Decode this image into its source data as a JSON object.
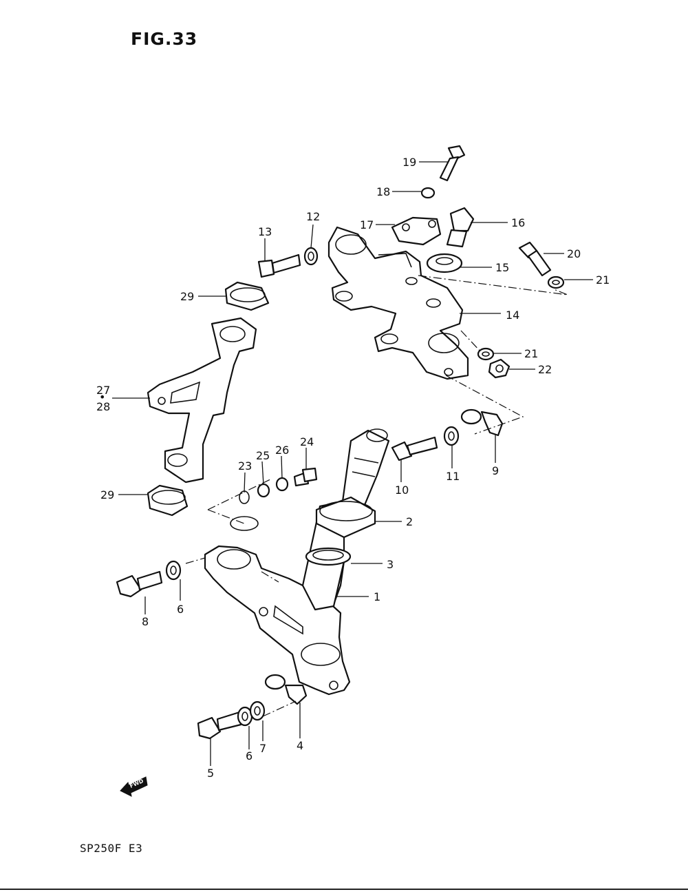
{
  "figure": {
    "title": "FIG.33",
    "model": "SP250F  E3"
  },
  "callouts": {
    "c1": "1",
    "c2": "2",
    "c3": "3",
    "c4": "4",
    "c5": "5",
    "c6a": "6",
    "c6b": "6",
    "c7": "7",
    "c8": "8",
    "c9": "9",
    "c10": "10",
    "c11": "11",
    "c12": "12",
    "c13": "13",
    "c14": "14",
    "c15": "15",
    "c16": "16",
    "c17": "17",
    "c18": "18",
    "c19": "19",
    "c20": "20",
    "c21a": "21",
    "c21b": "21",
    "c22": "22",
    "c23": "23",
    "c24": "24",
    "c25": "25",
    "c26": "26",
    "c27": "27",
    "c28": "28",
    "c29a": "29",
    "c29b": "29"
  },
  "fwd_arrow": {
    "label": "FWD"
  }
}
